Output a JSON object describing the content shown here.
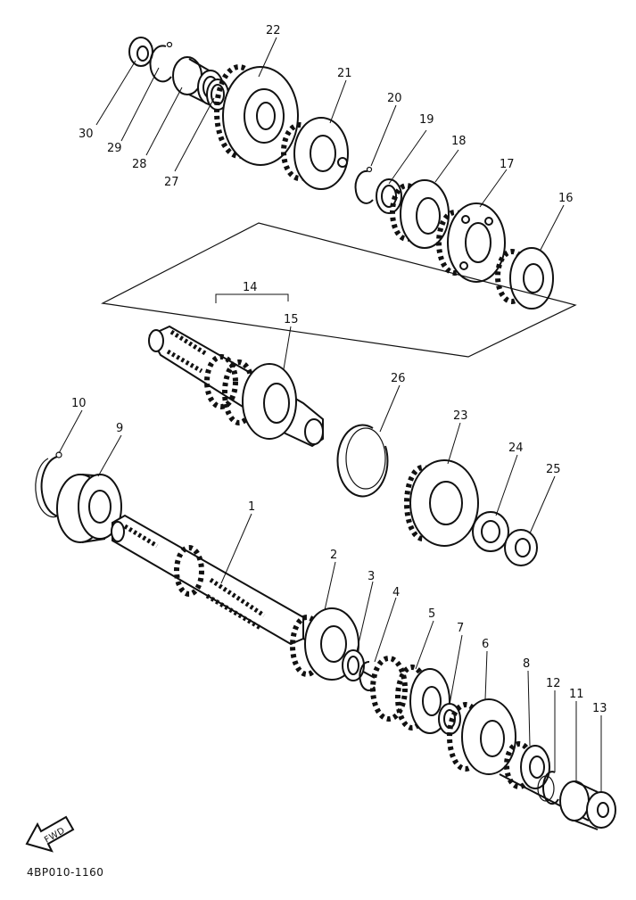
{
  "callouts": {
    "c1": "1",
    "c2": "2",
    "c3": "3",
    "c4": "4",
    "c5": "5",
    "c6": "6",
    "c7": "7",
    "c8": "8",
    "c9": "9",
    "c10": "10",
    "c11": "11",
    "c12": "12",
    "c13": "13",
    "c14": "14",
    "c15": "15",
    "c16": "16",
    "c17": "17",
    "c18": "18",
    "c19": "19",
    "c20": "20",
    "c21": "21",
    "c22": "22",
    "c23": "23",
    "c24": "24",
    "c25": "25",
    "c26": "26",
    "c27": "27",
    "c28": "28",
    "c29": "29",
    "c30": "30"
  },
  "fwd_label": "FWD",
  "diagram_code": "4BP010-1160"
}
